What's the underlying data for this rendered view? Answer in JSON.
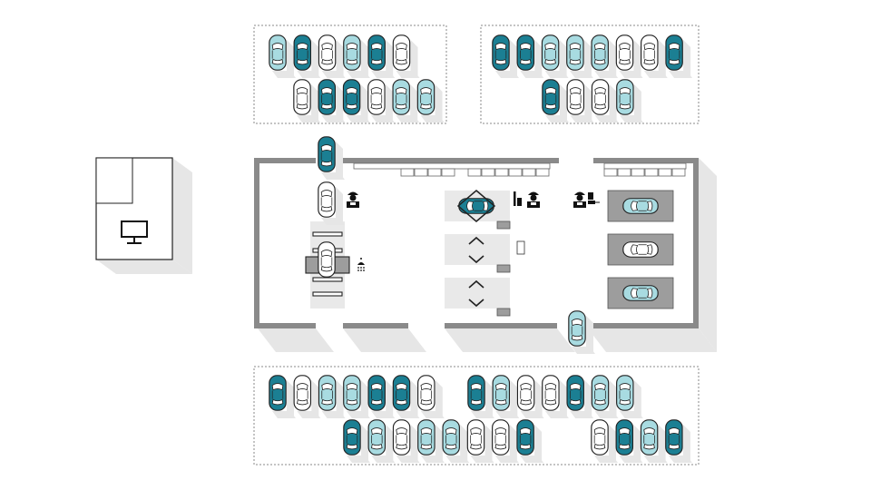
{
  "legend": [],
  "colors": {
    "dark_teal": "#1b7f93",
    "light_teal": "#a8dbe1",
    "white": "#ffffff",
    "outline": "#222222",
    "wall": "#8a8a8a",
    "shadow": "#e6e6e6",
    "zone": "#e9e9e9",
    "bay": "#9d9d9d"
  },
  "parking": {
    "top_left": {
      "row1": [
        "light",
        "dark",
        "white",
        "light",
        "dark",
        "white"
      ],
      "row2": [
        "white",
        "dark",
        "dark",
        "white",
        "light",
        "light"
      ]
    },
    "top_right": {
      "row1": [
        "dark",
        "dark",
        "light",
        "light",
        "light",
        "white",
        "white",
        "dark"
      ],
      "row2": [
        "dark",
        "white",
        "white",
        "light"
      ]
    },
    "bottom": {
      "row1": [
        "dark",
        "white",
        "light",
        "light",
        "dark",
        "dark",
        "white",
        "dark",
        "light",
        "white",
        "white",
        "dark",
        "light",
        "light"
      ],
      "row2": [
        "dark",
        "light",
        "white",
        "light",
        "light",
        "white",
        "white",
        "dark",
        "white",
        "dark",
        "light",
        "dark"
      ]
    }
  },
  "workshop": {
    "entry_cars": [
      "dark",
      "white",
      "light"
    ],
    "lift_car": "dark",
    "wash_car": "white",
    "display_cars": [
      "light",
      "white",
      "light"
    ],
    "staff_icons": [
      "mechanic-icon",
      "mechanic-tools-icon",
      "mechanic-diagnostics-icon"
    ],
    "shower_icon": "wash-shower-icon",
    "monitor_icon": "monitor-icon"
  }
}
